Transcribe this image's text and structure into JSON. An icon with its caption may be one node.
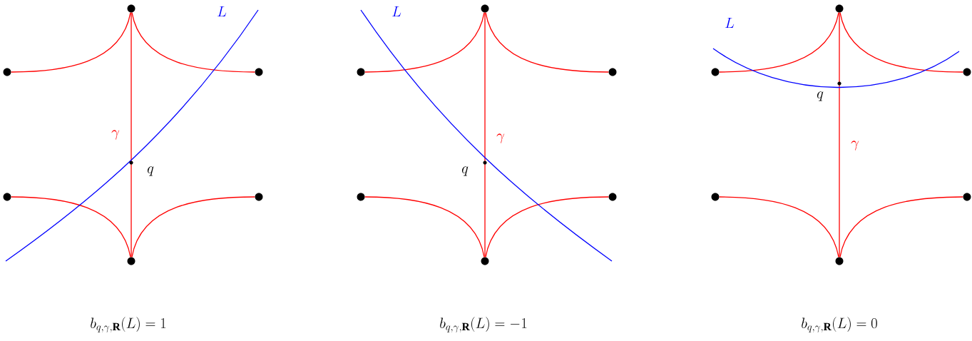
{
  "diagram": {
    "nodes": [
      {
        "text": [],
        "shape": "circle"
      },
      {
        "text": [],
        "shape": "circle"
      },
      {
        "text": [],
        "shape": "circle"
      },
      {
        "text": [],
        "shape": "circle"
      },
      {
        "text": [],
        "shape": "circle"
      },
      {
        "text": [],
        "shape": "circle"
      },
      {
        "text": [],
        "shape": "circle"
      },
      {
        "text": [],
        "shape": "circle"
      },
      {
        "text": [],
        "shape": "circle"
      },
      {
        "text": [],
        "shape": "circle"
      },
      {
        "text": [],
        "shape": "circle"
      },
      {
        "text": [],
        "shape": "circle"
      },
      {
        "text": [],
        "shape": "circle"
      },
      {
        "text": [],
        "shape": "circle"
      },
      {
        "text": [],
        "shape": "circle"
      },
      {
        "text": [],
        "shape": "circle"
      },
      {
        "text": [],
        "shape": "circle"
      },
      {
        "text": [],
        "shape": "circle"
      }
    ],
    "edges": [
      {
        "from": 0,
        "to": 1,
        "arrow": "none"
      },
      {
        "from": 0,
        "to": 2,
        "arrow": "none"
      },
      {
        "from": 0,
        "to": 5,
        "arrow": "none",
        "label": "\\gamma"
      },
      {
        "from": 5,
        "to": 3,
        "arrow": "none"
      },
      {
        "from": 5,
        "to": 4,
        "arrow": "none"
      },
      {
        "from": 6,
        "to": 7,
        "arrow": "none"
      },
      {
        "from": 6,
        "to": 8,
        "arrow": "none"
      },
      {
        "from": 6,
        "to": 11,
        "arrow": "none",
        "label": "\\gamma"
      },
      {
        "from": 11,
        "to": 9,
        "arrow": "none"
      },
      {
        "from": 11,
        "to": 10,
        "arrow": "none"
      },
      {
        "from": 12,
        "to": 13,
        "arrow": "none"
      },
      {
        "from": 12,
        "to": 14,
        "arrow": "none"
      },
      {
        "from": 12,
        "to": 17,
        "arrow": "none",
        "label": "\\gamma"
      },
      {
        "from": 17,
        "to": 15,
        "arrow": "none"
      },
      {
        "from": 17,
        "to": 16,
        "arrow": "none"
      }
    ],
    "labels": [
      "L",
      "L",
      "L",
      "q",
      "q",
      "q",
      "b_{q,\\gamma,\\mathbf{R}}(L) = 1",
      "b_{q,\\gamma,\\mathbf{R}}(L) = -1",
      "b_{q,\\gamma,\\mathbf{R}}(L) = 0"
    ]
  }
}
